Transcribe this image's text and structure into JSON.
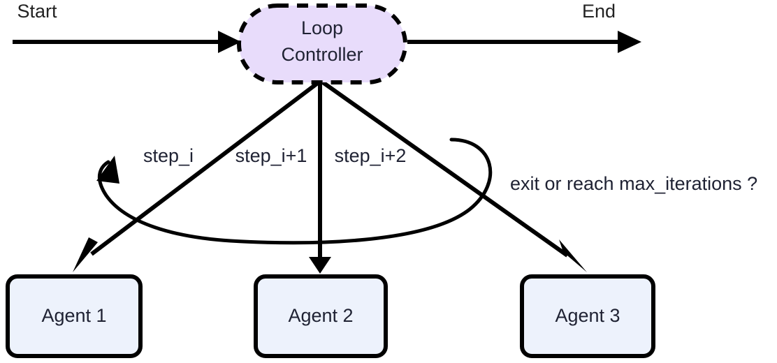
{
  "diagram": {
    "type": "flowchart",
    "background_color": "#ffffff",
    "endpoints": {
      "start_label": "Start",
      "end_label": "End"
    },
    "controller": {
      "label_line1": "Loop",
      "label_line2": "Controller",
      "shape": "stadium",
      "fill_color": "#e8dcfb",
      "border_color": "#000000",
      "border_style": "dashed"
    },
    "agents": [
      {
        "label": "Agent 1",
        "fill_color": "#edf2fc",
        "border_color": "#000000"
      },
      {
        "label": "Agent 2",
        "fill_color": "#edf2fc",
        "border_color": "#000000"
      },
      {
        "label": "Agent 3",
        "fill_color": "#edf2fc",
        "border_color": "#000000"
      }
    ],
    "edge_labels": {
      "step_1": "step_i",
      "step_2": "step_i+1",
      "step_3": "step_i+2",
      "feedback": "exit or reach max_iterations ?"
    }
  }
}
